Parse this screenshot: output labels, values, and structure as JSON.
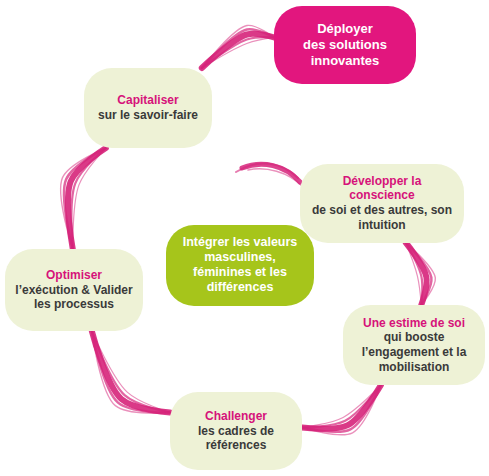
{
  "diagram": {
    "nodes": [
      {
        "text": [
          "Déployer",
          "des solutions innovantes"
        ]
      },
      {
        "text": [
          "Capitaliser",
          "sur le savoir-faire"
        ]
      },
      {
        "text": [
          "Développer la conscience",
          "de soi et des autres, son intuition"
        ]
      },
      {
        "text": [
          "Intégrer les valeurs masculines, féminines et les différences"
        ]
      },
      {
        "text": [
          "Optimiser",
          "l’exécution & Valider les processus"
        ]
      },
      {
        "text": [
          "Une estime de soi",
          "qui booste l’engagement et la mobilisation"
        ]
      },
      {
        "text": [
          "Challenger",
          "les cadres de références"
        ]
      }
    ],
    "edges": [
      {
        "from": 2,
        "to": 5,
        "arrow": "none"
      },
      {
        "from": 5,
        "to": 6,
        "arrow": "none"
      },
      {
        "from": 6,
        "to": 4,
        "arrow": "none"
      },
      {
        "from": 4,
        "to": 1,
        "arrow": "none"
      },
      {
        "from": 1,
        "to": 0,
        "arrow": "none"
      }
    ]
  }
}
